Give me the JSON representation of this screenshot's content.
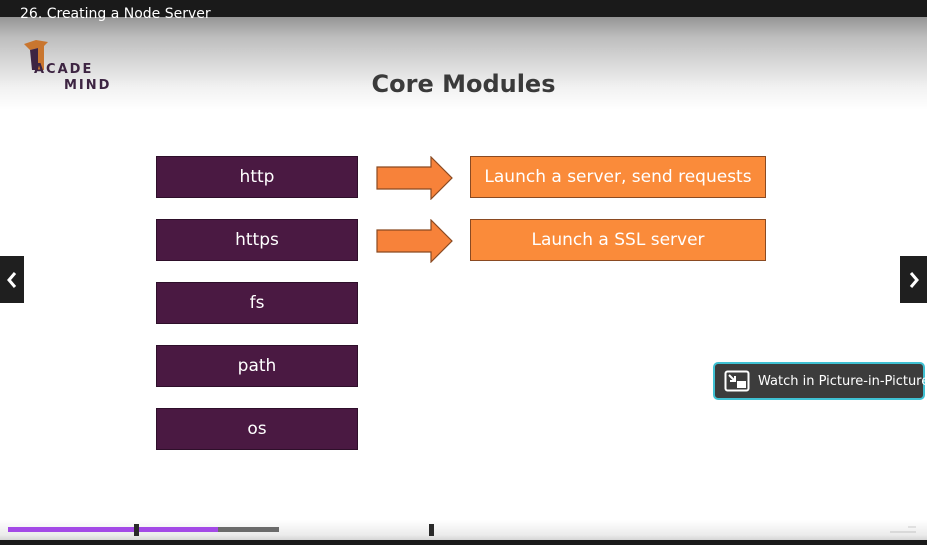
{
  "video": {
    "title": "26. Creating a Node Server"
  },
  "logo": {
    "line1": "ACADE",
    "line2": "MIND",
    "color": "#3d2442",
    "accent": "#c9762f"
  },
  "slide": {
    "title": "Core Modules",
    "modules": [
      {
        "label": "http",
        "description": "Launch a server, send requests"
      },
      {
        "label": "https",
        "description": "Launch a SSL server"
      },
      {
        "label": "fs"
      },
      {
        "label": "path"
      },
      {
        "label": "os"
      }
    ],
    "colors": {
      "module_box": "#4a1942",
      "description_box": "#fa8b3a",
      "arrow": "#f7823a"
    }
  },
  "navigation": {
    "prev_icon": "chevron-left-icon",
    "next_icon": "chevron-right-icon"
  },
  "pip": {
    "label": "Watch in Picture-in-Picture",
    "icon": "picture-in-picture-icon",
    "border_color": "#3fc1d3"
  },
  "player": {
    "progress_fraction": 0.23,
    "buffered_fraction": 0.3,
    "accent": "#a349e6"
  }
}
